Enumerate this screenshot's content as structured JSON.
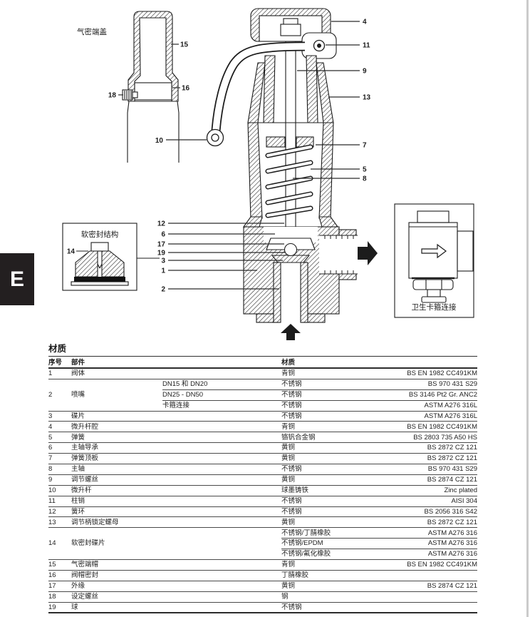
{
  "sidebar_tab": "E",
  "figure": {
    "cap_inset": {
      "label": "气密端盖",
      "callouts": [
        "15",
        "16",
        "18",
        "10"
      ]
    },
    "soft_seal_inset": {
      "label": "软密封结构",
      "callout": "14"
    },
    "clamp_inset": {
      "label": "卫生卡箍连接"
    },
    "right_callouts": [
      "4",
      "11",
      "9",
      "13",
      "7",
      "5",
      "8"
    ],
    "left_callouts": [
      "12",
      "6",
      "17",
      "19",
      "3",
      "1",
      "2"
    ]
  },
  "table": {
    "title": "材质",
    "col_no": "序号",
    "col_part": "部件",
    "col_material": "材质",
    "rows": [
      {
        "no": "1",
        "part": "阀体",
        "sub": "",
        "material": "青铜",
        "spec": "BS EN 1982 CC491KM"
      },
      {
        "no": "2",
        "part": "喷嘴",
        "span": 3,
        "sub": "DN15 和 DN20",
        "material": "不锈钢",
        "spec": "BS 970 431 S29"
      },
      {
        "sub": "DN25 - DN50",
        "material": "不锈钢",
        "spec": "BS 3146 Pt2 Gr. ANC2"
      },
      {
        "sub": "卡箍连接",
        "material": "不锈钢",
        "spec": "ASTM A276 316L"
      },
      {
        "no": "3",
        "part": "碟片",
        "sub": "",
        "material": "不锈钢",
        "spec": "ASTM A276 316L"
      },
      {
        "no": "4",
        "part": "微升杆腔",
        "sub": "",
        "material": "青铜",
        "spec": "BS EN 1982 CC491KM"
      },
      {
        "no": "5",
        "part": "弹簧",
        "sub": "",
        "material": "铬钒合金钢",
        "spec": "BS 2803 735 A50 HS"
      },
      {
        "no": "6",
        "part": "主轴导承",
        "sub": "",
        "material": "黄铜",
        "spec": "BS 2872 CZ 121"
      },
      {
        "no": "7",
        "part": "弹簧顶板",
        "sub": "",
        "material": "黄铜",
        "spec": "BS 2872 CZ 121"
      },
      {
        "no": "8",
        "part": "主轴",
        "sub": "",
        "material": "不锈钢",
        "spec": "BS 970 431 S29"
      },
      {
        "no": "9",
        "part": "调节螺丝",
        "sub": "",
        "material": "黄铜",
        "spec": "BS 2874 CZ 121"
      },
      {
        "no": "10",
        "part": "微升杆",
        "sub": "",
        "material": "球墨铸铁",
        "spec": "Zinc plated"
      },
      {
        "no": "11",
        "part": "柱销",
        "sub": "",
        "material": "不锈钢",
        "spec": "AISI 304"
      },
      {
        "no": "12",
        "part": "簧环",
        "sub": "",
        "material": "不锈钢",
        "spec": "BS 2056 316 S42"
      },
      {
        "no": "13",
        "part": "调节柄锁定螺母",
        "sub": "",
        "material": "黄铜",
        "spec": "BS 2872 CZ 121"
      },
      {
        "no": "14",
        "part": "软密封碟片",
        "span": 3,
        "wide": true,
        "material": "不锈钢/丁腈橡胶",
        "spec": "ASTM A276 316"
      },
      {
        "material": "不锈钢/EPDM",
        "spec": "ASTM A276 316"
      },
      {
        "material": "不锈钢/氟化橡胶",
        "spec": "ASTM A276 316"
      },
      {
        "no": "15",
        "part": "气密端帽",
        "sub": "",
        "material": "青铜",
        "spec": "BS EN 1982 CC491KM"
      },
      {
        "no": "16",
        "part": "阀帽密封",
        "sub": "",
        "material": "丁腈橡胶",
        "spec": ""
      },
      {
        "no": "17",
        "part": "外缘",
        "sub": "",
        "material": "黄铜",
        "spec": "BS 2874 CZ 121"
      },
      {
        "no": "18",
        "part": "设定螺丝",
        "sub": "",
        "material": "钢",
        "spec": ""
      },
      {
        "no": "19",
        "part": "球",
        "sub": "",
        "material": "不锈钢",
        "spec": ""
      }
    ]
  }
}
